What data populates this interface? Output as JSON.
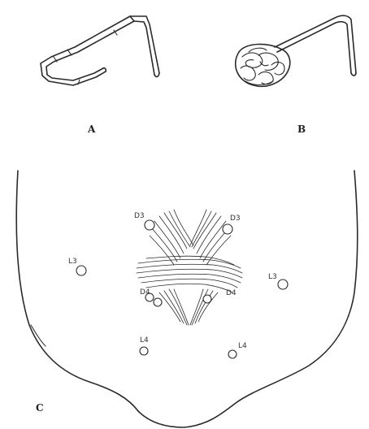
{
  "panels": {
    "a": {
      "label": "A"
    },
    "b": {
      "label": "B"
    },
    "c": {
      "label": "C"
    }
  },
  "marks": [
    {
      "id": "d3-left",
      "label": "D3"
    },
    {
      "id": "d3-right",
      "label": "D3"
    },
    {
      "id": "l3-left",
      "label": "L3"
    },
    {
      "id": "l3-right",
      "label": "L3"
    },
    {
      "id": "d4-left",
      "label": "D4"
    },
    {
      "id": "d4-right",
      "label": "D4"
    },
    {
      "id": "l4-left",
      "label": "L4"
    },
    {
      "id": "l4-right",
      "label": "L4"
    }
  ]
}
